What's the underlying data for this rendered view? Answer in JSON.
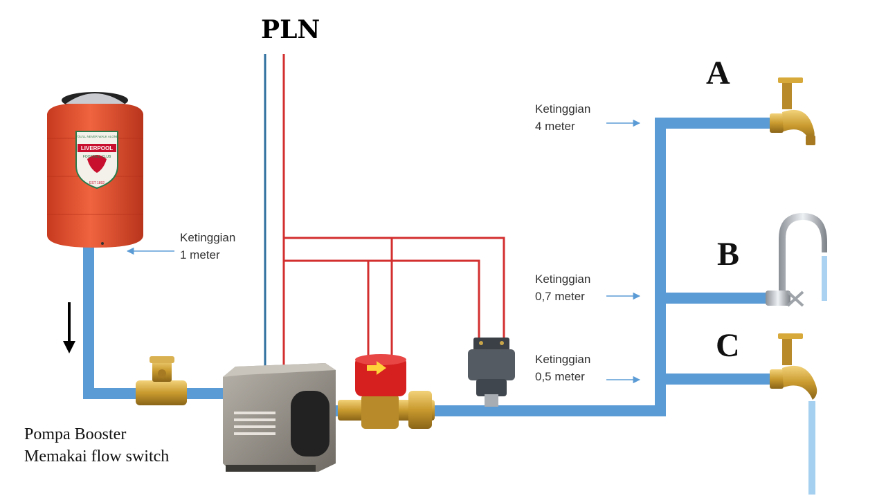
{
  "power_label": "PLN",
  "tank": {
    "logo_text": "LIVERPOOL",
    "logo_sub": "FOOTBALL CLUB",
    "logo_motto": "YOU'LL NEVER WALK ALONE",
    "logo_est": "EST 1892"
  },
  "labels": {
    "tank_height": "Ketinggian\n1 meter",
    "tap_a_height": "Ketinggian\n4 meter",
    "tap_b_height": "Ketinggian\n0,7 meter",
    "tap_c_height": "Ketinggian\n0,5 meter"
  },
  "taps": {
    "a": "A",
    "b": "B",
    "c": "C"
  },
  "caption": "Pompa Booster\nMemakai flow switch",
  "colors": {
    "pipe": "#5b9bd5",
    "wire_red": "#d32f2f",
    "wire_blue": "#2f6f9f",
    "tank": "#e8502f",
    "brass": "#c99a2e",
    "pump": "#8f8a83"
  }
}
